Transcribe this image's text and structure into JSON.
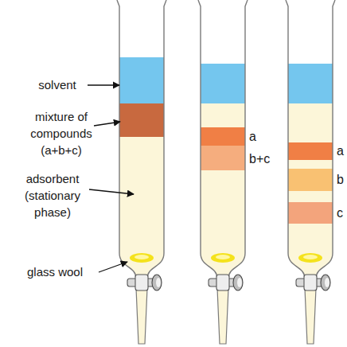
{
  "diagram": {
    "labels": [
      "solvent",
      "mixture of compounds (a+b+c)",
      "adsorbent (stationary phase)",
      "glass wool",
      "a",
      "b+c",
      "a",
      "b",
      "c"
    ]
  }
}
